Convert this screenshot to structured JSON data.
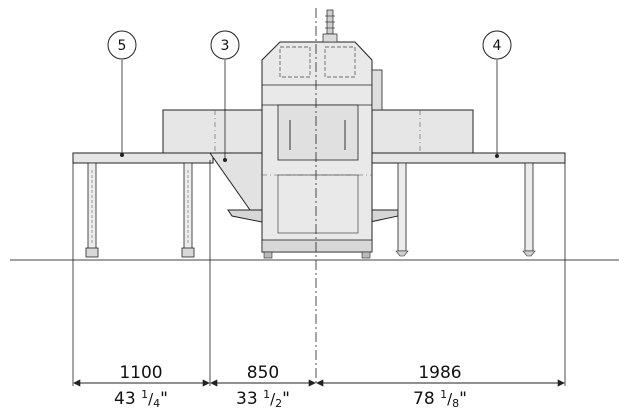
{
  "callouts": [
    {
      "id": "5",
      "label": "5"
    },
    {
      "id": "3",
      "label": "3"
    },
    {
      "id": "4",
      "label": "4"
    }
  ],
  "dimensions": [
    {
      "mm": "1100",
      "inch_whole": "43 ",
      "inch_num": "1",
      "inch_den": "4",
      "inch_mark": "\""
    },
    {
      "mm": "850",
      "inch_whole": "33 ",
      "inch_num": "1",
      "inch_den": "2",
      "inch_mark": "\""
    },
    {
      "mm": "1986",
      "inch_whole": "78 ",
      "inch_num": "1",
      "inch_den": "8",
      "inch_mark": "\""
    }
  ],
  "colors": {
    "line": "#222222",
    "fill": "#e6e6e6",
    "fill_dark": "#cfcfcf",
    "bg": "#ffffff"
  }
}
